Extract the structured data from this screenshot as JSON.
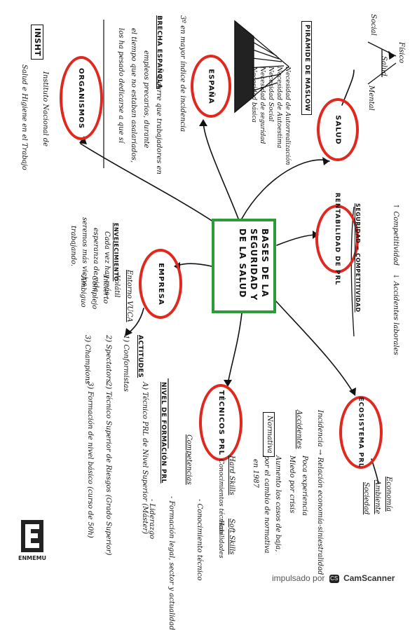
{
  "center": "BASES DE LA\nSEGURIDAD Y\nDE LA SALUD",
  "nodes": {
    "salud": "SALUD",
    "espana": "ESPAÑA",
    "organismos": "ORGANISMOS",
    "rentabilidad": "RENTABILIDAD DE PRL",
    "empresa": "EMPRESA",
    "tecnicos": "TÉCNICOS PRL",
    "ecosistema": "ECOSISTEMA PRL"
  },
  "salud": {
    "dimensions": [
      "Social",
      "Salud",
      "Físico",
      "Mental"
    ],
    "maslow_title": "PIRÁMIDE DE MASLOW",
    "maslow_levels": [
      "Necesidad de Autorrealización",
      "Necesidad de Autoestima",
      "Necesidad Social",
      "Necesidad de seguridad",
      "Necesidad básica"
    ]
  },
  "espana": {
    "stat": "3º en mayor índice de incidencia",
    "brecha_title": "BRECHA ESPAÑOLA",
    "brecha_text": [
      "Ocurre que trabajadores en",
      "empleos precarios, durante",
      "el tiempo que no estaban asalariados,",
      "los ha pesado dedicarse a que sí"
    ]
  },
  "organismos": {
    "acronym": "INSHT",
    "full_name": [
      "Instituto Nacional de",
      "Salud e Higiene en el Trabajo"
    ]
  },
  "rentabilidad": {
    "title": "SEGURIDAD = COMPETITIVIDAD",
    "items": [
      "↑ Competitividad",
      "↓ Accidentes laborales"
    ]
  },
  "empresa": {
    "env_title": "ENVEJECIMIENTO",
    "env_text": [
      "Cada vez hay más",
      "esperanza de vida,",
      "seremos más viejos",
      "trabajando."
    ],
    "vuca_title": "Entorno VUCA",
    "vuca_items": [
      "-Volátil",
      "-Incierto",
      "-Complejo",
      "-Ambiguo"
    ],
    "attitudes_title": "ACTITUDES",
    "attitudes_items": [
      "1) Conformistas",
      "2) Spectators",
      "3) Champions"
    ]
  },
  "tecnicos": {
    "levels_title": "NIVEL DE FORMACIÓN PRL",
    "levels": [
      "A) Técnico PRL de Nivel Superior (Máster)",
      "2) Técnico Superior de Riesgos (Grado Superior)",
      "3) Formación de nivel básico (curso de 50h)"
    ],
    "competencies_title": "Competencias",
    "competencies": [
      "- Conocimiento técnico",
      "- Formación legal, sector y actualidad",
      "- Liderazgo"
    ],
    "hard_skills": "Hard Skills",
    "hard_skills_desc": "Conocimientos técnicos",
    "soft_skills": "Soft Skills",
    "soft_skills_desc": "Habilidades"
  },
  "ecosistema": {
    "incidencia": "Incidencia → Relación economía-siniestralidad",
    "accidentes_title": "Accidentes",
    "accidentes_items": [
      "Poca experiencia",
      "Miedo por crisis"
    ],
    "normativa_title": "Normativa",
    "normativa_text": [
      "Aumento los casos de baja,",
      "por el cambio de normativa",
      "en 1987"
    ],
    "pillars": [
      "Economía",
      "Ambiente",
      "Sociedad"
    ]
  },
  "watermark": {
    "logo_text": "ENMEMU",
    "footer_prefix": "impulsado por",
    "footer_brand": "CamScanner"
  },
  "colors": {
    "oval": "#e0281e",
    "center_border": "#2e9b3a",
    "ink": "#111111"
  }
}
